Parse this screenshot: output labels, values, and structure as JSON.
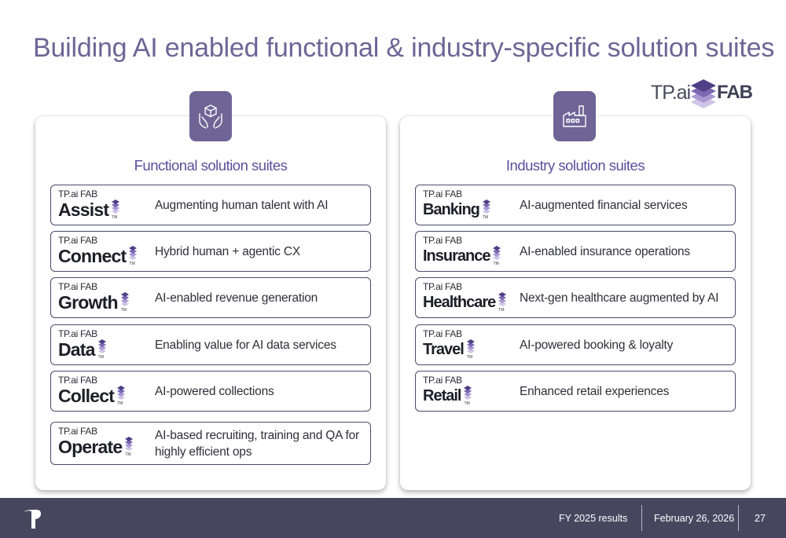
{
  "slide": {
    "title": "Building AI enabled functional & industry-specific solution suites"
  },
  "logo": {
    "text": "TP.ai",
    "bold": "FAB"
  },
  "icons": {
    "functional": "hands-holding-cube-icon",
    "industry": "factory-icon",
    "brand_cube": "stacked-cube-icon"
  },
  "colors": {
    "accent": "#6e6596",
    "panel_title": "#5c4e9c",
    "footer_bg": "#48465f",
    "border": "#4d4b6a"
  },
  "functional": {
    "title": "Functional solution suites",
    "items": [
      {
        "prefix": "TP.ai FAB",
        "name": "Assist",
        "desc": "Augmenting human talent with AI"
      },
      {
        "prefix": "TP.ai FAB",
        "name": "Connect",
        "desc": "Hybrid human + agentic CX"
      },
      {
        "prefix": "TP.ai FAB",
        "name": "Growth",
        "desc": "AI-enabled revenue generation"
      },
      {
        "prefix": "TP.ai FAB",
        "name": "Data",
        "desc": "Enabling value for AI data services"
      },
      {
        "prefix": "TP.ai FAB",
        "name": "Collect",
        "desc": "AI-powered collections"
      },
      {
        "prefix": "TP.ai FAB",
        "name": "Operate",
        "desc": "AI-based recruiting, training and QA for highly efficient ops"
      }
    ]
  },
  "industry": {
    "title": "Industry solution suites",
    "items": [
      {
        "prefix": "TP.ai FAB",
        "name": "Banking",
        "desc": "AI-augmented financial services"
      },
      {
        "prefix": "TP.ai FAB",
        "name": "Insurance",
        "desc": "AI-enabled insurance operations"
      },
      {
        "prefix": "TP.ai FAB",
        "name": "Healthcare",
        "desc": "Next-gen healthcare augmented by AI"
      },
      {
        "prefix": "TP.ai FAB",
        "name": "Travel",
        "desc": "AI-powered booking & loyalty"
      },
      {
        "prefix": "TP.ai FAB",
        "name": "Retail",
        "desc": "Enhanced retail experiences"
      }
    ]
  },
  "tm": "TM",
  "footer": {
    "report": "FY 2025 results",
    "date": "February 26, 2026",
    "page": "27"
  }
}
